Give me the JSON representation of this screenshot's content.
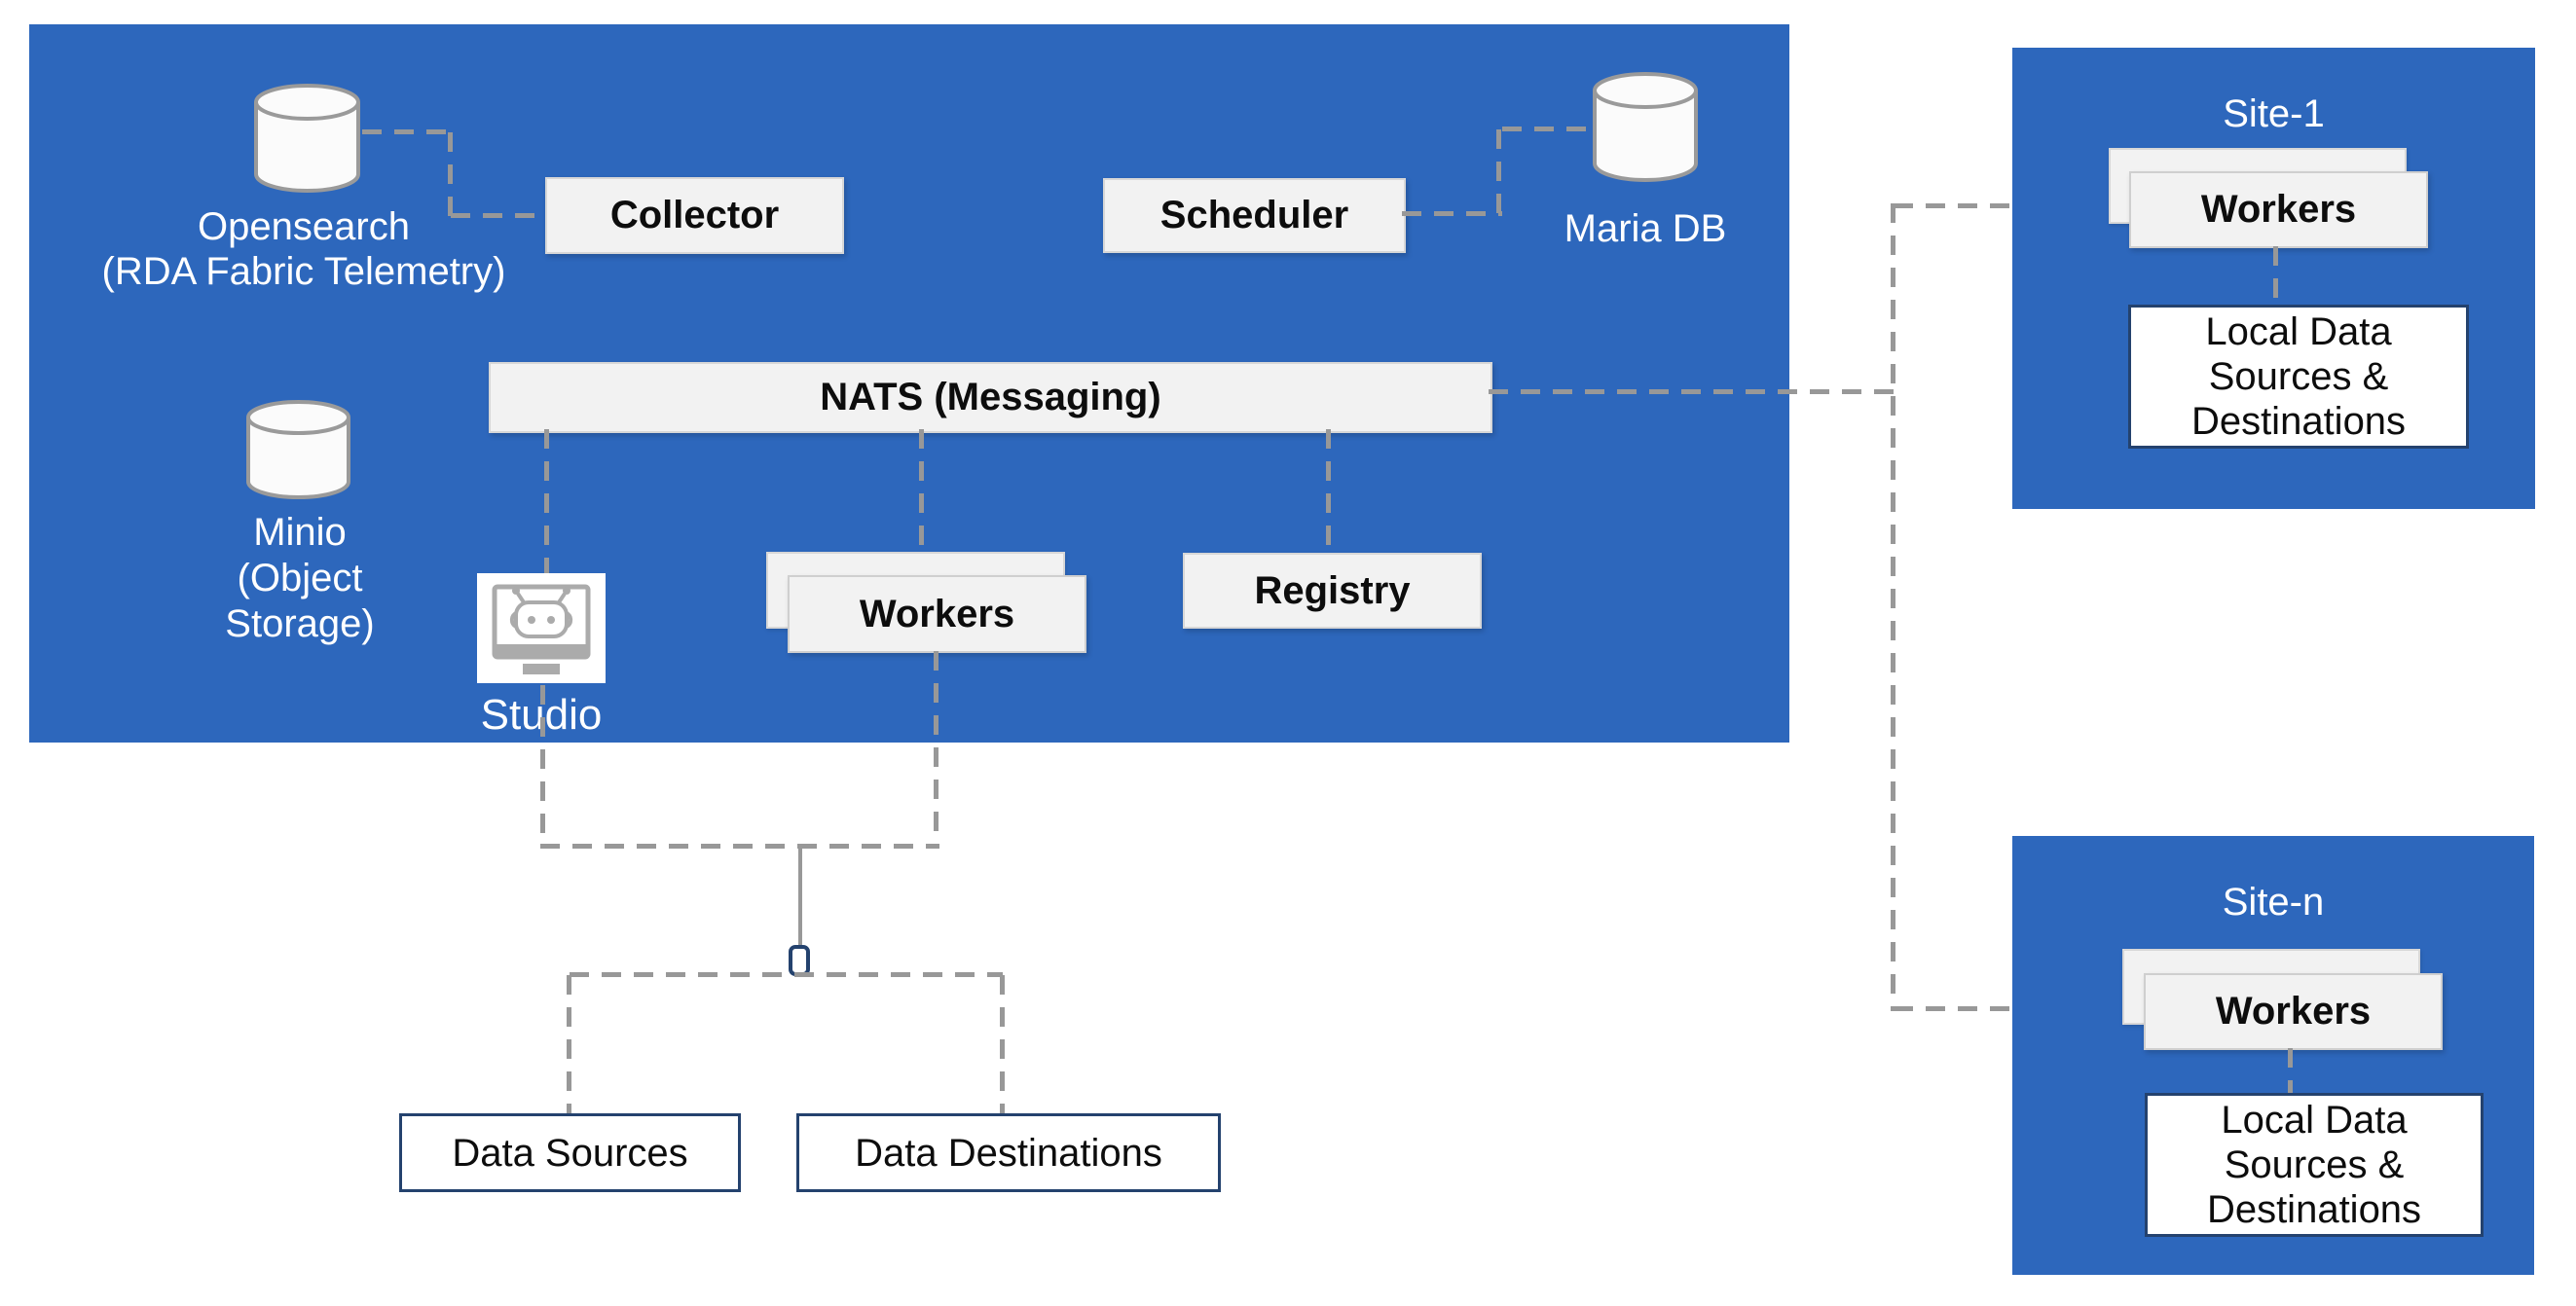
{
  "colors": {
    "panel_blue": "#2d67bc",
    "box_gray_fill": "#f2f2f2",
    "box_gray_border": "#d7d7d7",
    "navy_border": "#24426e",
    "dash_gray": "#989898",
    "label_white": "#ffffff",
    "label_black": "#0d0d0d"
  },
  "main_panel": {
    "opensearch_label": [
      "Opensearch",
      "(RDA Fabric Telemetry)"
    ],
    "minio_label": [
      "Minio",
      "(Object",
      "Storage)"
    ],
    "mariadb_label": "Maria DB",
    "collector_label": "Collector",
    "scheduler_label": "Scheduler",
    "nats_label": "NATS (Messaging)",
    "workers_label": "Workers",
    "registry_label": "Registry",
    "studio_label": "Studio"
  },
  "bottom": {
    "data_sources_label": "Data Sources",
    "data_destinations_label": "Data Destinations"
  },
  "sites": [
    {
      "title": "Site-1",
      "workers_label": "Workers",
      "local_lines": [
        "Local Data",
        "Sources &",
        "Destinations"
      ]
    },
    {
      "title": "Site-n",
      "workers_label": "Workers",
      "local_lines": [
        "Local Data",
        "Sources &",
        "Destinations"
      ]
    }
  ]
}
